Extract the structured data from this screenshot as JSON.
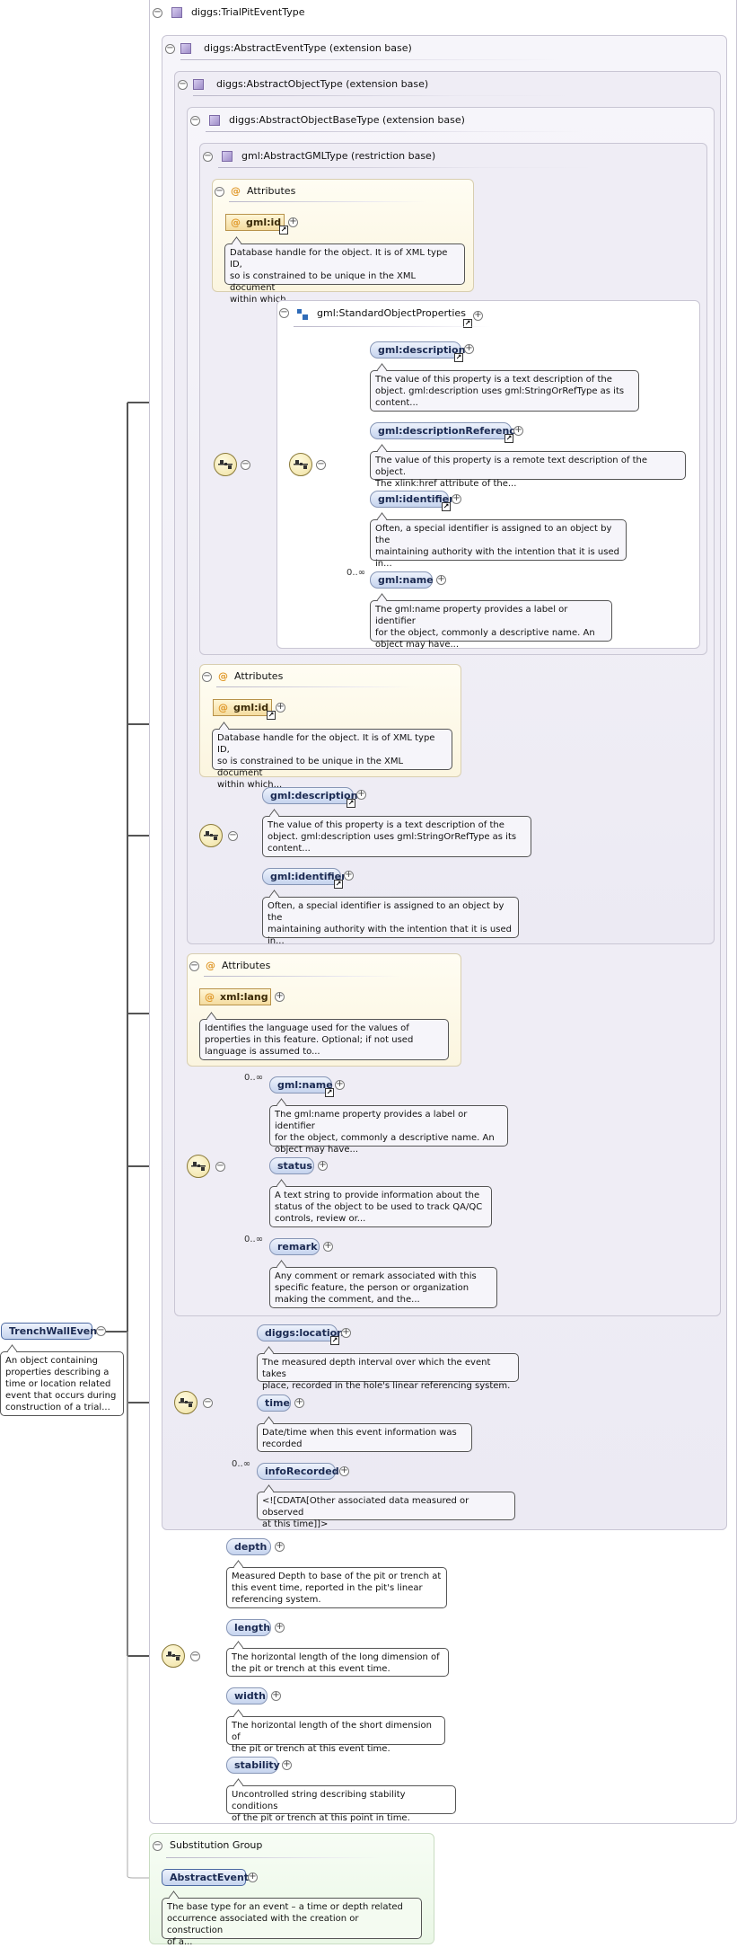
{
  "root": {
    "name": "TrenchWallEvent",
    "doc": [
      "An object containing",
      "properties describing a",
      "time or location related",
      "event that occurs during",
      "construction of a trial..."
    ]
  },
  "type_title": "diggs:TrialPitEventType",
  "ext1_title": "diggs:AbstractEventType (extension base)",
  "ext2_title": "diggs:AbstractObjectType (extension base)",
  "ext3_title": "diggs:AbstractObjectBaseType (extension base)",
  "ext4_title": "gml:AbstractGMLType (restriction base)",
  "attributes_label": "Attributes",
  "gml_attrs": {
    "name": "gml:id",
    "doc": [
      "Database handle for the object. It is of XML type ID,",
      "so is constrained to be unique in the XML document",
      "within which..."
    ]
  },
  "std_props": {
    "title": "gml:StandardObjectProperties",
    "items": [
      {
        "name": "gml:description",
        "mult": "",
        "doc": [
          "The value of this property is a text description of the",
          "object. gml:description uses gml:StringOrRefType as its",
          "content..."
        ]
      },
      {
        "name": "gml:descriptionReference",
        "mult": "",
        "doc": [
          "The value of this property is a remote text description of the object.",
          "The xlink:href attribute of the..."
        ]
      },
      {
        "name": "gml:identifier",
        "mult": "",
        "doc": [
          "Often, a special identifier is assigned to an object by the",
          "maintaining authority with the intention that it is used",
          "in..."
        ]
      },
      {
        "name": "gml:name",
        "mult": "0..∞",
        "doc": [
          "The gml:name property provides a label or identifier",
          "for the object, commonly a descriptive name. An",
          "object may have..."
        ]
      }
    ]
  },
  "base_attrs": {
    "name": "gml:id",
    "doc": [
      "Database handle for the object. It is of XML type ID,",
      "so is constrained to be unique in the XML document",
      "within which..."
    ]
  },
  "base_seq": [
    {
      "name": "gml:description",
      "doc": [
        "The value of this property is a text description of the",
        "object. gml:description uses gml:StringOrRefType as its",
        "content..."
      ]
    },
    {
      "name": "gml:identifier",
      "doc": [
        "Often, a special identifier is assigned to an object by the",
        "maintaining authority with the intention that it is used",
        "in..."
      ]
    }
  ],
  "obj_attrs": {
    "name": "xml:lang",
    "doc": [
      "Identifies the language used for the values of",
      "properties in this feature. Optional; if not used",
      "language is assumed to..."
    ]
  },
  "obj_seq": [
    {
      "name": "gml:name",
      "mult": "0..∞",
      "doc": [
        "The gml:name property provides a label or identifier",
        "for the object, commonly a descriptive name. An",
        "object may have..."
      ]
    },
    {
      "name": "status",
      "mult": "",
      "doc": [
        "A text string to provide information about the",
        "status of the object to be used to track QA/QC",
        "controls, review or..."
      ]
    },
    {
      "name": "remark",
      "mult": "0..∞",
      "doc": [
        "Any comment or remark associated with this",
        "specific feature, the person or organization",
        "making the comment, and the..."
      ]
    }
  ],
  "event_seq": [
    {
      "name": "diggs:location",
      "mult": "",
      "doc": [
        "The measured depth interval over which the event takes",
        "place, recorded in the hole's linear referencing system."
      ]
    },
    {
      "name": "time",
      "mult": "",
      "doc": [
        "Date/time when this event information was",
        "recorded"
      ]
    },
    {
      "name": "infoRecorded",
      "mult": "0..∞",
      "doc": [
        "<![CDATA[Other associated data measured or observed",
        "at this time]]>"
      ]
    }
  ],
  "trial_seq": [
    {
      "name": "depth",
      "doc": [
        "Measured Depth to base of the pit or trench at",
        "this event time, reported in the pit's linear",
        "referencing system."
      ]
    },
    {
      "name": "length",
      "doc": [
        "The horizontal length of the long dimension of",
        "the pit or trench at this event time."
      ]
    },
    {
      "name": "width",
      "doc": [
        "The horizontal length of the short dimension of",
        "the pit or trench at this event time."
      ]
    },
    {
      "name": "stability",
      "doc": [
        "Uncontrolled string describing stability conditions",
        "of the pit or trench at this point in time."
      ]
    }
  ],
  "substitution": {
    "title": "Substitution Group",
    "name": "AbstractEvent",
    "doc": [
      "The base type for an event – a time or depth related",
      "occurrence associated with the creation or construction",
      "of a..."
    ]
  },
  "colors": {
    "element_fill": "#c5d3ee",
    "attribute_fill": "#f4dca0",
    "compositor_fill": "#efe0a0",
    "panel_border": "#c9c6d4"
  }
}
